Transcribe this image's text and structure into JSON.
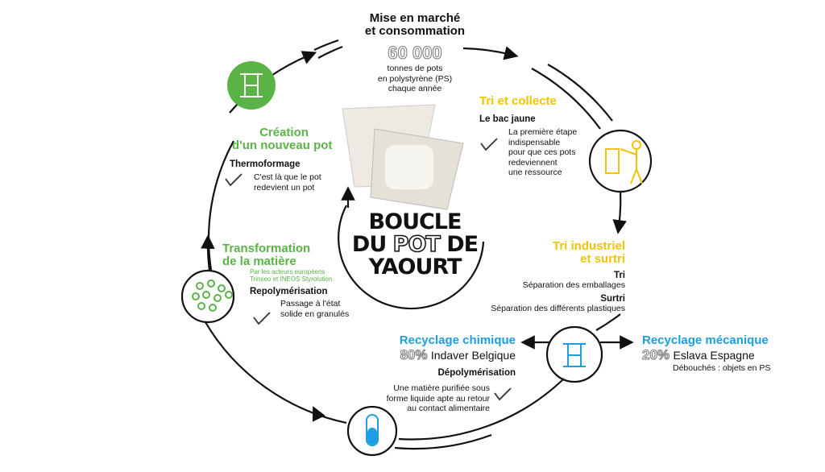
{
  "center": {
    "line1": "BOUCLE",
    "line2_a": "DU",
    "line2_b": "POT",
    "line2_c": "DE",
    "line3": "YAOURT"
  },
  "market": {
    "title_1": "Mise en marché",
    "title_2": "et consommation",
    "big_number": "60 000",
    "desc_1": "tonnes de pots",
    "desc_2": "en polystyrène (PS)",
    "desc_3": "chaque année"
  },
  "sorting": {
    "title": "Tri et collecte",
    "subtitle": "Le bac jaune",
    "desc_1": "La première étape",
    "desc_2": "indispensable",
    "desc_3": "pour que ces pots",
    "desc_4": "redeviennent",
    "desc_5": "une ressource"
  },
  "industrial": {
    "title_1": "Tri industriel",
    "title_2": "et surtri",
    "tri_label": "Tri",
    "tri_desc": "Séparation des emballages",
    "surtri_label": "Surtri",
    "surtri_desc": "Séparation des différents plastiques"
  },
  "chemical": {
    "title": "Recyclage chimique",
    "percent": "80%",
    "company": "Indaver Belgique",
    "subtitle": "Dépolymérisation",
    "desc_1": "Une matière purifiée sous",
    "desc_2": "forme liquide apte au retour",
    "desc_3": "au contact alimentaire"
  },
  "mechanical": {
    "title": "Recyclage mécanique",
    "percent": "20%",
    "company": "Eslava Espagne",
    "desc": "Débouchés : objets en PS"
  },
  "transformation": {
    "title_1": "Transformation",
    "title_2": "de la matière",
    "actors_1": "Par les acteurs européens",
    "actors_2": "Trinseo et INEOS Styrolution",
    "subtitle": "Repolymérisation",
    "desc_1": "Passage à l'état",
    "desc_2": "solide en granulés"
  },
  "creation": {
    "title_1": "Création",
    "title_2": "d'un nouveau pot",
    "subtitle": "Thermoformage",
    "desc_1": "C'est là que le pot",
    "desc_2": "redevient un pot"
  },
  "colors": {
    "green": "#5bb347",
    "yellow": "#f2c400",
    "blue": "#1e9ee0"
  }
}
